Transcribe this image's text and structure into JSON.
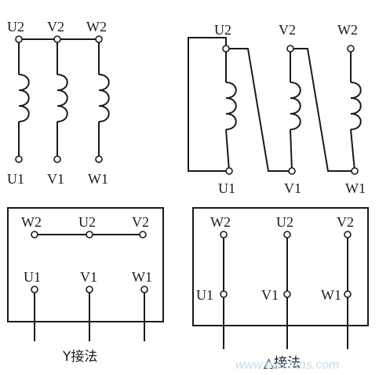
{
  "labels": {
    "u2": "U2",
    "v2": "V2",
    "w2": "W2",
    "u1": "U1",
    "v1": "V1",
    "w1": "W1"
  },
  "captions": {
    "star": "Y接法",
    "delta": "△接法"
  },
  "watermark": "www.elecfans.com",
  "colors": {
    "line": "#1a1a1a",
    "terminal_fill": "#ffffff"
  }
}
